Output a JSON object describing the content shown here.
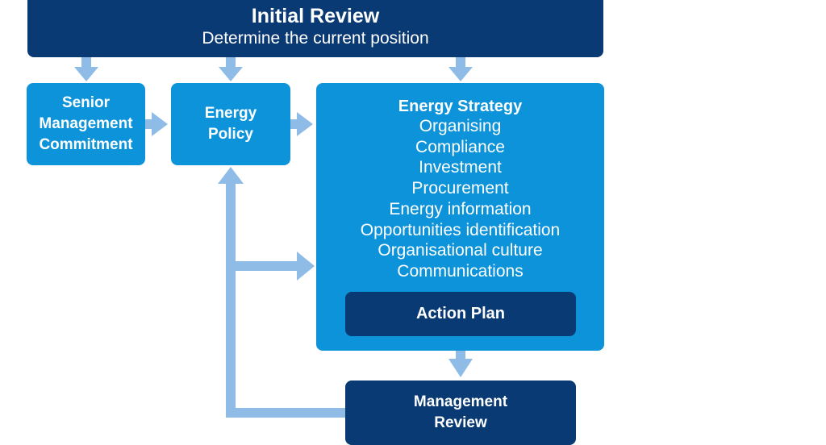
{
  "initial_review": {
    "title": "Initial Review",
    "subtitle": "Determine the current position"
  },
  "senior_management": {
    "lines": [
      "Senior",
      "Management",
      "Commitment"
    ]
  },
  "energy_policy": {
    "lines": [
      "Energy",
      "Policy"
    ]
  },
  "energy_strategy": {
    "heading": "Energy Strategy",
    "items": [
      "Organising",
      "Compliance",
      "Investment",
      "Procurement",
      "Energy information",
      "Opportunities identification",
      "Organisational culture",
      "Communications"
    ]
  },
  "action_plan": {
    "label": "Action Plan"
  },
  "management_review": {
    "lines": [
      "Management",
      "Review"
    ]
  },
  "colors": {
    "dark_blue": "#0a3a73",
    "mid_blue": "#0d93d9",
    "arrow_blue": "#8fbce6"
  }
}
